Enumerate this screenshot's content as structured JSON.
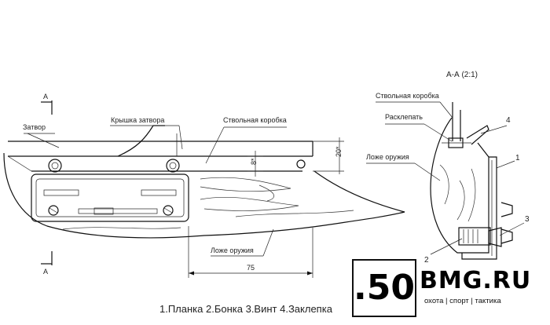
{
  "labels": {
    "section_mark_top": "A",
    "section_mark_bottom": "A",
    "zatvor": "Затвор",
    "kryshka": "Крышка затвора",
    "korobka_main": "Ствольная коробка",
    "lozhe_main": "Ложе оружия",
    "section_title": "А-А (2:1)",
    "korobka_section": "Ствольная коробка",
    "rasklepat": "Расклепать",
    "lozhe_section": "Ложе оружия"
  },
  "dimensions": {
    "d8": "8*",
    "d20": "20*",
    "d75": "75"
  },
  "callouts": {
    "c1": "1",
    "c2": "2",
    "c3": "3",
    "c4": "4"
  },
  "caption": "1.Планка 2.Бонка 3.Винт 4.Заклепка",
  "logo": {
    "number": ".50",
    "name": "BMG.RU",
    "tagline": "охота | спорт | тактика"
  }
}
